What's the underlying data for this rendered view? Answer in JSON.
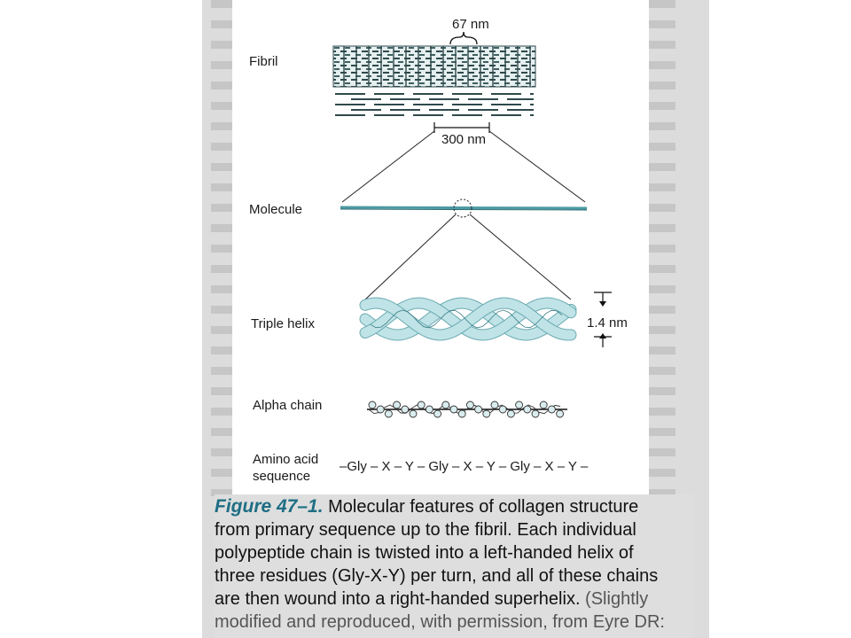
{
  "figure": {
    "labels": {
      "fibril": "Fibril",
      "molecule": "Molecule",
      "triple_helix": "Triple helix",
      "alpha_chain": "Alpha chain",
      "amino_acid_1": "Amino acid",
      "amino_acid_2": "sequence"
    },
    "dimensions": {
      "period": "67 nm",
      "molecule_length": "300 nm",
      "helix_diameter": "1.4 nm"
    },
    "sequence": "–Gly – X – Y – Gly – X – Y – Gly – X – Y –"
  },
  "caption": {
    "figure_number": "Figure 47–1.",
    "lines": [
      " Molecular features of collagen structure",
      "from primary sequence up to the fibril. Each individual",
      "polypeptide chain is twisted into a left-handed helix of",
      "three residues (Gly-X-Y) per turn, and all of these chains",
      "are then wound into a right-handed superhelix.",
      "modified and reproduced, with permission, from Eyre DR:"
    ],
    "line5_tail": " (Slightly"
  },
  "colors": {
    "helix_fill": "#bfe3e6",
    "helix_stroke": "#6aaab2",
    "figure_accent": "#1e6e84",
    "fibril_dark": "#2f4a4c"
  }
}
